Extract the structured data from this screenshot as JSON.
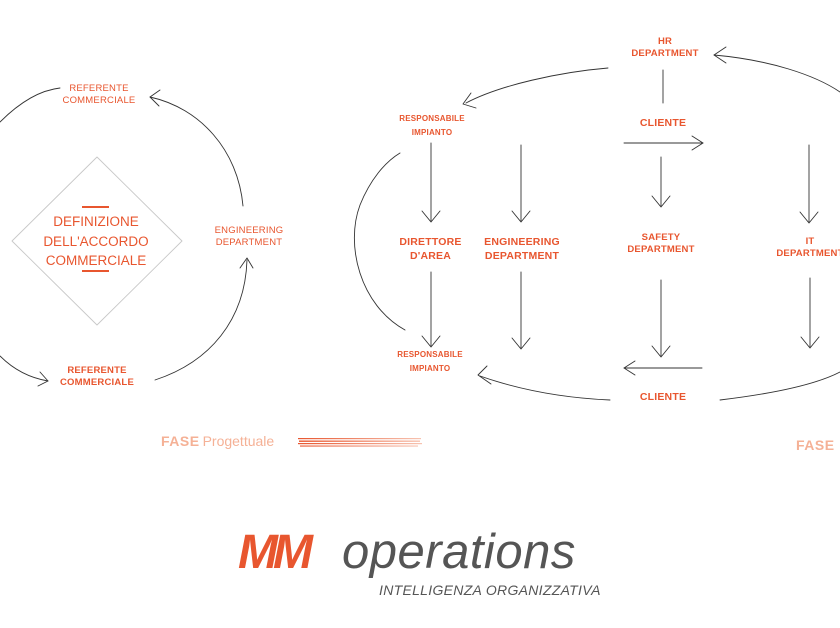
{
  "left_cycle": {
    "top_node": [
      "REFERENTE",
      "COMMERCIALE"
    ],
    "right_node": [
      "ENGINEERING",
      "DEPARTMENT"
    ],
    "bottom_node": [
      "REFERENTE",
      "COMMERCIALE"
    ],
    "center_box": [
      "DEFINIZIONE",
      "DELL'ACCORDO",
      "COMMERCIALE"
    ]
  },
  "phase_left": {
    "bold": "FASE",
    "sub": "Progettuale"
  },
  "phase_right": {
    "bold": "FASE"
  },
  "right_flow": {
    "hr": [
      "HR",
      "DEPARTMENT"
    ],
    "resp_top": [
      "RESPONSABILE",
      "IMPIANTO"
    ],
    "cliente_top": "CLIENTE",
    "direttore": [
      "DIRETTORE",
      "D'AREA"
    ],
    "engineering": [
      "ENGINEERING",
      "DEPARTMENT"
    ],
    "safety": [
      "SAFETY",
      "DEPARTMENT"
    ],
    "it": [
      "IT",
      "DEPARTMENT"
    ],
    "resp_bottom": [
      "RESPONSABILE",
      "IMPIANTO"
    ],
    "cliente_bottom": "CLIENTE"
  },
  "logo": {
    "mark": "MM",
    "name": "operations",
    "tagline": "INTELLIGENZA ORGANIZZATIVA"
  },
  "colors": {
    "accent": "#e8562f",
    "accent_light": "#f5b196",
    "text_gray": "#555555",
    "line": "#333333"
  }
}
